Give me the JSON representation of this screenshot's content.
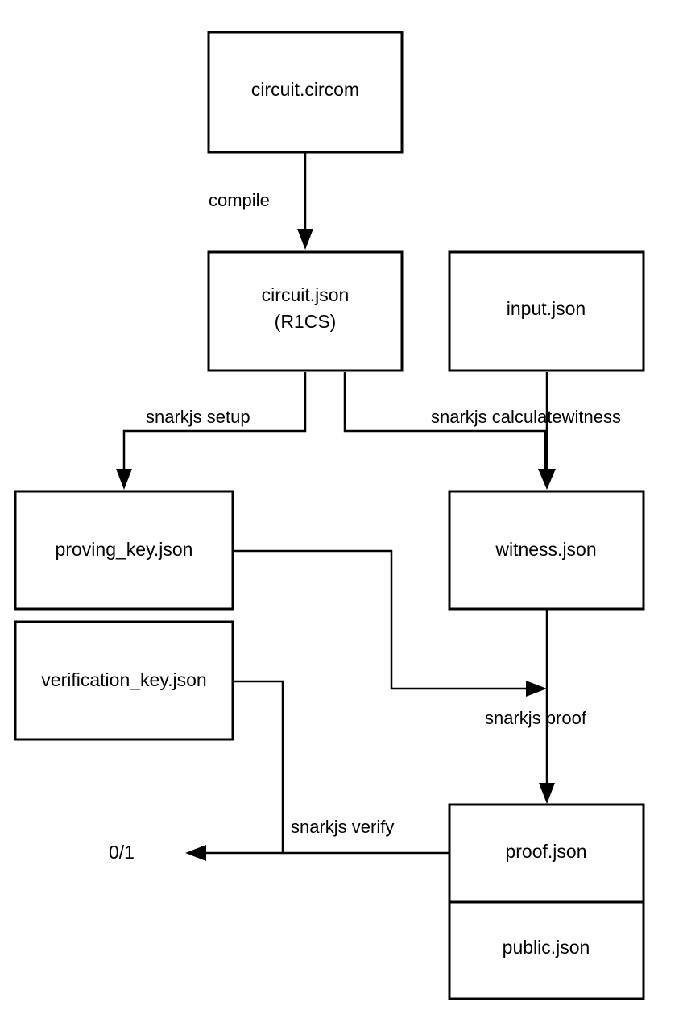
{
  "nodes": {
    "circuit_circom": "circuit.circom",
    "circuit_json_line1": "circuit.json",
    "circuit_json_line2": "(R1CS)",
    "input_json": "input.json",
    "proving_key": "proving_key.json",
    "witness": "witness.json",
    "verification_key": "verification_key.json",
    "proof": "proof.json",
    "public": "public.json"
  },
  "edges": {
    "compile": "compile",
    "setup": "snarkjs setup",
    "calculatewitness": "snarkjs calculatewitness",
    "proof": "snarkjs proof",
    "verify": "snarkjs verify"
  },
  "result": "0/1"
}
